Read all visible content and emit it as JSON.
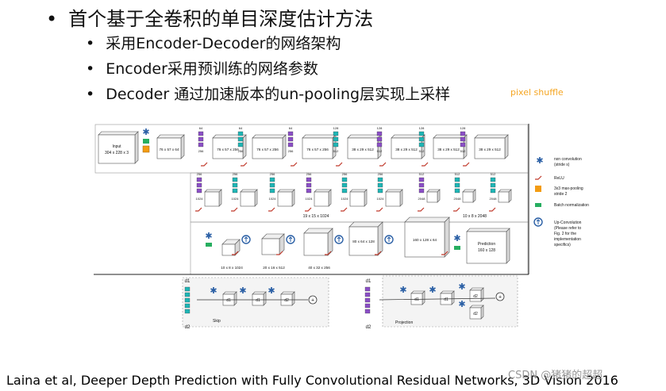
{
  "slide": {
    "bullets": [
      {
        "level": 1,
        "text": "首个基于全卷积的单目深度估计方法"
      },
      {
        "level": 2,
        "text": "采用Encoder-Decoder的网络架构"
      },
      {
        "level": 2,
        "text": "Encoder采用预训练的网络参数"
      },
      {
        "level": 2,
        "text": "Decoder 通过加速版本的un-pooling层实现上采样"
      }
    ],
    "annotation": "pixel shuffle",
    "annotation_color": "#f5a623",
    "citation": "Laina et al, Deeper Depth Prediction with Fully Convolutional Residual Networks, 3D Vision 2016",
    "watermark": "CSDN @猪猪的超超"
  },
  "figure": {
    "input_label": [
      "Input",
      "304 x 228 x 3"
    ],
    "row1_blocks": [
      "76 x 57 x 64",
      "76 x 57 x 256",
      "76 x 57 x 256",
      "76 x 57 x 256",
      "38 x 29 x 512",
      "38 x 29 x 512",
      "38 x 29 x 512",
      "38 x 29 x 512"
    ],
    "row1_channels_top": [
      "64",
      "64",
      "64",
      "128",
      "128",
      "128",
      "128"
    ],
    "row1_channels_mid": [
      "256",
      "256",
      "256",
      "512",
      "512",
      "512",
      "512"
    ],
    "row2_channels": [
      "256",
      "256",
      "256",
      "256",
      "256",
      "256",
      "512",
      "512",
      "512"
    ],
    "row2_channels_mid": [
      "1024",
      "1024",
      "1024",
      "1024",
      "1024",
      "1024",
      "2048",
      "2048",
      "2048"
    ],
    "row2_label_a": "19 x 15 x 1024",
    "row2_label_b": "10 x 8 x 2048",
    "row3_blocks": [
      "10 x 8 x 1024",
      "20 x 16 x 512",
      "40 x 32 x 256",
      "80 x 64 x 128",
      "160 x 128 x 64"
    ],
    "prediction_label": [
      "Prediction",
      "160 x 128"
    ],
    "legend": [
      {
        "icon": "conv-icon",
        "text": [
          "nxn convolution",
          "(stride s)"
        ]
      },
      {
        "icon": "relu-icon",
        "text": [
          "ReLU"
        ]
      },
      {
        "icon": "maxpool-icon",
        "text": [
          "3x3 max-pooling",
          "stride 2"
        ]
      },
      {
        "icon": "batchnorm-icon",
        "text": [
          "Batch normalization"
        ]
      },
      {
        "icon": "upconv-icon",
        "text": [
          "Up-Convolution",
          "(Please refer to",
          "Fig. 2 for the",
          "implementation",
          "specifics)"
        ]
      }
    ],
    "skip": {
      "d1": "d1",
      "d2": "d2",
      "label": "Skip",
      "blocks": [
        "d1",
        "d2"
      ]
    },
    "projection": {
      "d1": "d1",
      "d2": "d2",
      "label": "Projection",
      "blocks": [
        "d1",
        "d2",
        "d2"
      ]
    },
    "colors": {
      "block_face": "#ffffff",
      "block_side": "#d9d9d9",
      "teal": "#1fb6b6",
      "purple": "#8b4fc7",
      "relu": "#c0392b",
      "pool": "#f39c12",
      "bn": "#27ae60",
      "upconv": "#2a5fa5"
    }
  }
}
